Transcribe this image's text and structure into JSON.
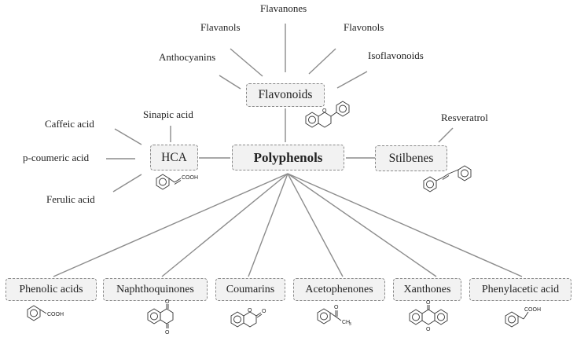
{
  "center": "Polyphenols",
  "hubs": {
    "flavonoids": "Flavonoids",
    "hca": "HCA",
    "stilbenes": "Stilbenes"
  },
  "flavonoid_subclasses": [
    "Flavanones",
    "Flavanols",
    "Flavonols",
    "Anthocyanins",
    "Isoflavonoids"
  ],
  "hca_members": [
    "Sinapic acid",
    "Caffeic acid",
    "p-coumeric acid",
    "Ferulic acid"
  ],
  "stilbene_members": [
    "Resveratrol"
  ],
  "bottom_classes": [
    "Phenolic acids",
    "Naphthoquinones",
    "Coumarins",
    "Acetophenones",
    "Xanthones",
    "Phenylacetic acid"
  ],
  "structure_labels": {
    "cooh": "COOH",
    "oxygen": "O",
    "methyl": "CH",
    "methyl_sub": "3"
  }
}
